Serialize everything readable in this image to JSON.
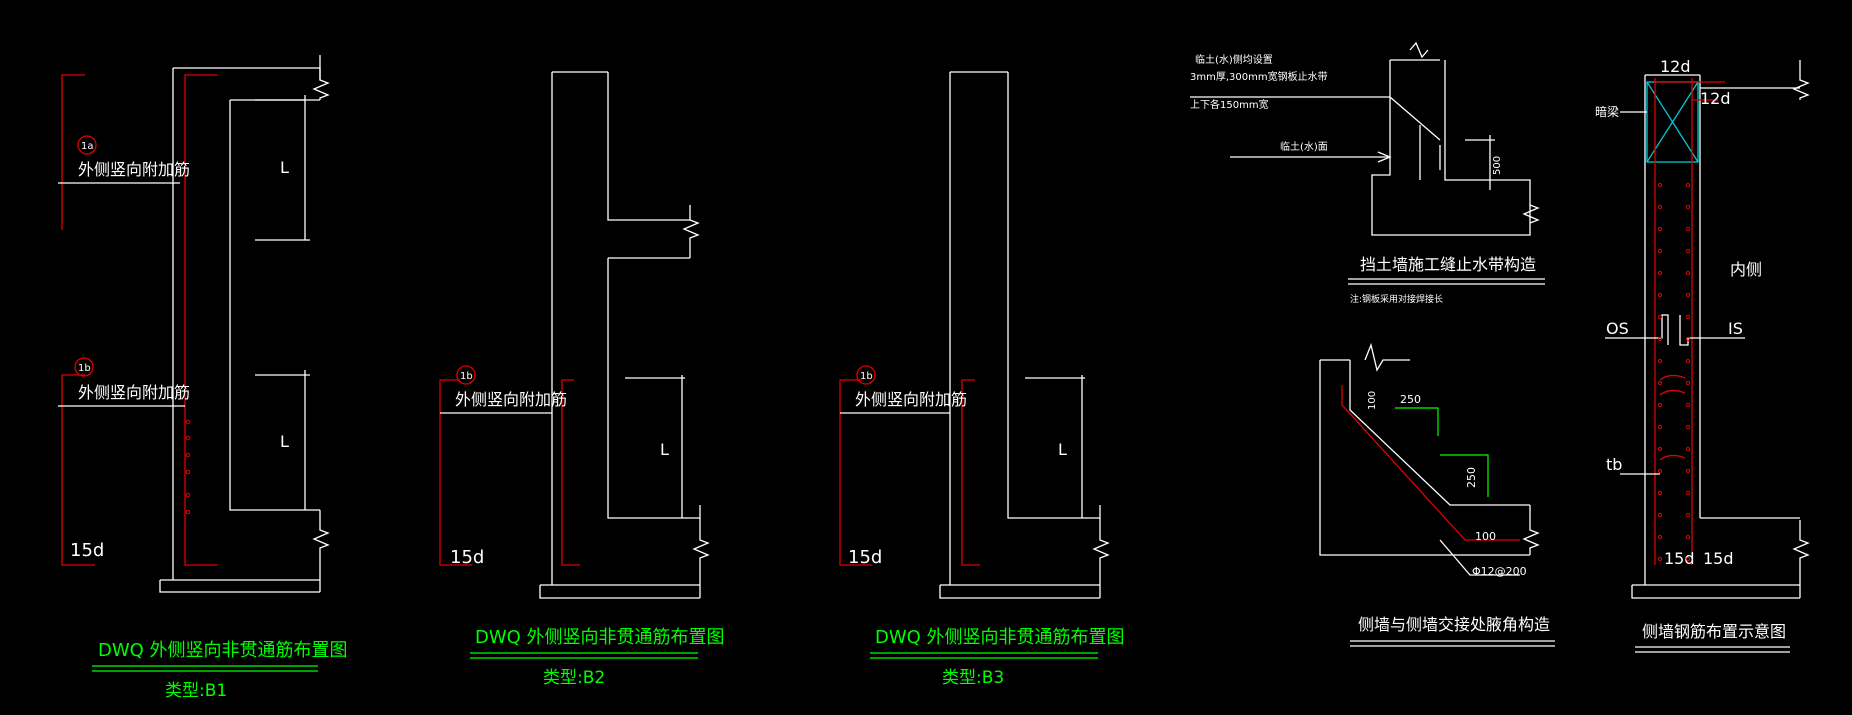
{
  "panel_b1": {
    "label_1a": "外侧竖向附加筋",
    "tag_1a": "1a",
    "label_1b": "外侧竖向附加筋",
    "tag_1b": "1b",
    "dim_L_top": "L",
    "dim_L_bot": "L",
    "dim_15d": "15d",
    "title": "DWQ 外侧竖向非贯通筋布置图",
    "type": "类型:B1"
  },
  "panel_b2": {
    "label_1b": "外侧竖向附加筋",
    "tag_1b": "1b",
    "dim_L": "L",
    "dim_15d": "15d",
    "title": "DWQ 外侧竖向非贯通筋布置图",
    "type": "类型:B2"
  },
  "panel_b3": {
    "label_1b": "外侧竖向附加筋",
    "tag_1b": "1b",
    "dim_L": "L",
    "dim_15d": "15d",
    "title": "DWQ 外侧竖向非贯通筋布置图",
    "type": "类型:B3"
  },
  "waterstop": {
    "note1": "临土(水)侧均设置",
    "note2": "3mm厚,300mm宽钢板止水带",
    "note3": "上下各150mm宽",
    "note4": "临土(水)面",
    "dim_500": "500",
    "title": "挡土墙施工缝止水带构造",
    "sub": "注:钢板采用对接焊接长"
  },
  "haunch": {
    "dim_100a": "100",
    "dim_250a": "250",
    "dim_250b": "250",
    "dim_100b": "100",
    "rebar": "Φ12@200",
    "title": "侧墙与侧墙交接处腋角构造"
  },
  "sidewall": {
    "dim_12d_top": "12d",
    "dim_12d_right": "12d",
    "beam": "暗梁",
    "inner": "内侧",
    "os": "OS",
    "is": "IS",
    "tb": "tb",
    "dim_15d_left": "15d",
    "dim_15d_right": "15d",
    "title": "侧墙钢筋布置示意图"
  }
}
